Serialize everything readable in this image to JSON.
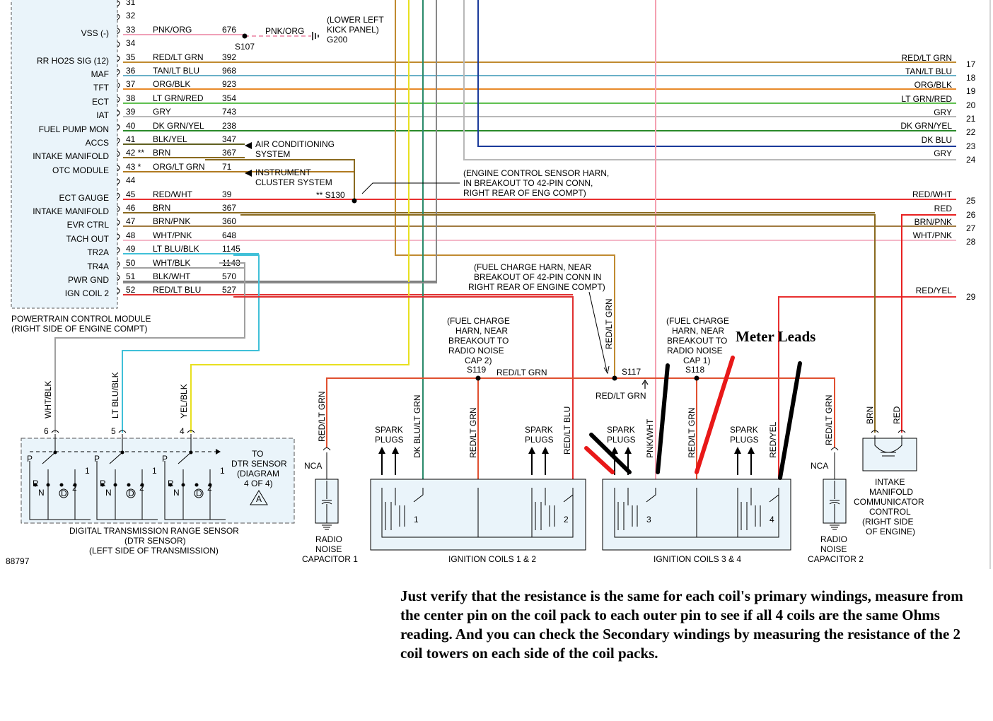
{
  "pcm": {
    "title": "POWERTRAIN CONTROL MODULE",
    "subtitle": "(RIGHT SIDE OF ENGINE COMPT)",
    "pins": [
      {
        "pin": "31",
        "func": "",
        "wire": "",
        "circuit": "",
        "color": ""
      },
      {
        "pin": "32",
        "func": "",
        "wire": "",
        "circuit": "",
        "color": ""
      },
      {
        "pin": "33",
        "func": "VSS (-)",
        "wire": "PNK/ORG",
        "circuit": "676",
        "color": "#f0a0b8"
      },
      {
        "pin": "34",
        "func": "",
        "wire": "",
        "circuit": "",
        "color": ""
      },
      {
        "pin": "35",
        "func": "RR HO2S SIG (12)",
        "wire": "RED/LT GRN",
        "circuit": "392",
        "color": "#c08a30"
      },
      {
        "pin": "36",
        "func": "MAF",
        "wire": "TAN/LT BLU",
        "circuit": "968",
        "color": "#6ab0c8"
      },
      {
        "pin": "37",
        "func": "TFT",
        "wire": "ORG/BLK",
        "circuit": "923",
        "color": "#e88a2a"
      },
      {
        "pin": "38",
        "func": "ECT",
        "wire": "LT GRN/RED",
        "circuit": "354",
        "color": "#60c050"
      },
      {
        "pin": "39",
        "func": "IAT",
        "wire": "GRY",
        "circuit": "743",
        "color": "#b8b8b8"
      },
      {
        "pin": "40",
        "func": "FUEL PUMP MON",
        "wire": "DK GRN/YEL",
        "circuit": "238",
        "color": "#2a8a2a"
      },
      {
        "pin": "41",
        "func": "ACCS",
        "wire": "BLK/YEL",
        "circuit": "347",
        "color": "#606020"
      },
      {
        "pin": "42 **",
        "func": "INTAKE MANIFOLD",
        "wire": "BRN",
        "circuit": "367",
        "color": "#8a6a20"
      },
      {
        "pin": "43 *",
        "func": "OTC MODULE",
        "wire": "ORG/LT GRN",
        "circuit": "71",
        "color": "#b07a20"
      },
      {
        "pin": "44",
        "func": "",
        "wire": "",
        "circuit": "",
        "color": ""
      },
      {
        "pin": "45",
        "func": "ECT GAUGE",
        "wire": "RED/WHT",
        "circuit": "39",
        "color": "#e83030"
      },
      {
        "pin": "46",
        "func": "INTAKE MANIFOLD",
        "wire": "BRN",
        "circuit": "367",
        "color": "#8a6a20"
      },
      {
        "pin": "47",
        "func": "EVR CTRL",
        "wire": "BRN/PNK",
        "circuit": "360",
        "color": "#a07a40"
      },
      {
        "pin": "48",
        "func": "TACH OUT",
        "wire": "WHT/PNK",
        "circuit": "648",
        "color": "#f4b8c8"
      },
      {
        "pin": "49",
        "func": "TR2A",
        "wire": "LT BLU/BLK",
        "circuit": "1145",
        "color": "#40c0d8"
      },
      {
        "pin": "50",
        "func": "TR4A",
        "wire": "WHT/BLK",
        "circuit": "1143",
        "color": "#a0a0a0"
      },
      {
        "pin": "51",
        "func": "PWR GND",
        "wire": "BLK/WHT",
        "circuit": "570",
        "color": "#808080"
      },
      {
        "pin": "52",
        "func": "IGN COIL 2",
        "wire": "RED/LT BLU",
        "circuit": "527",
        "color": "#e03030"
      }
    ]
  },
  "right_wires": [
    {
      "label": "RED/LT GRN",
      "num": "17",
      "color": "#c08a30"
    },
    {
      "label": "TAN/LT BLU",
      "num": "18",
      "color": "#6ab0c8"
    },
    {
      "label": "ORG/BLK",
      "num": "19",
      "color": "#e88a2a"
    },
    {
      "label": "LT GRN/RED",
      "num": "20",
      "color": "#60c050"
    },
    {
      "label": "GRY",
      "num": "21",
      "color": "#b8b8b8"
    },
    {
      "label": "DK GRN/YEL",
      "num": "22",
      "color": "#2a8a2a"
    },
    {
      "label": "DK BLU",
      "num": "23",
      "color": "#1a3a9a"
    },
    {
      "label": "GRY",
      "num": "24",
      "color": "#b8b8b8"
    },
    {
      "label": "RED/WHT",
      "num": "25",
      "color": "#e83030"
    },
    {
      "label": "RED",
      "num": "26",
      "color": "#e82020"
    },
    {
      "label": "BRN/PNK",
      "num": "27",
      "color": "#a07a40"
    },
    {
      "label": "WHT/PNK",
      "num": "28",
      "color": "#f4b8c8"
    },
    {
      "label": "RED/YEL",
      "num": "29",
      "color": "#e83030"
    }
  ],
  "vss_line": {
    "wire2": "PNK/ORG",
    "splice": "S107",
    "note1": "(LOWER LEFT",
    "note2": "KICK PANEL)",
    "ground": "G200"
  },
  "ac_note": {
    "l1": "AIR CONDITIONING",
    "l2": "SYSTEM"
  },
  "ic_note": {
    "l1": "INSTRUMENT",
    "l2": "CLUSTER SYSTEM"
  },
  "s130": {
    "label": "** S130",
    "n1": "(ENGINE CONTROL SENSOR HARN,",
    "n2": "IN BREAKOUT TO 42-PIN CONN,",
    "n3": "RIGHT REAR OF ENG COMPT)"
  },
  "fuel_note": {
    "l1": "(FUEL CHARGE HARN, NEAR",
    "l2": "BREAKOUT OF 42-PIN CONN IN",
    "l3": "RIGHT REAR OF ENGINE COMPT)"
  },
  "s119_note": {
    "l1": "(FUEL CHARGE",
    "l2": "HARN, NEAR",
    "l3": "BREAKOUT TO",
    "l4": "RADIO NOISE",
    "l5": "CAP 2)",
    "splice": "S119"
  },
  "s118_note": {
    "l1": "(FUEL CHARGE",
    "l2": "HARN, NEAR",
    "l3": "BREAKOUT TO",
    "l4": "RADIO NOISE",
    "l5": "CAP 1)",
    "splice": "S118"
  },
  "s117": {
    "splice": "S117",
    "wire_v": "RED/LT GRN",
    "wire_below": "RED/LT GRN",
    "wire_119": "RED/LT GRN"
  },
  "dtr": {
    "title": "DIGITAL TRANSMISSION RANGE SENSOR",
    "sub1": "(DTR SENSOR)",
    "sub2": "(LEFT SIDE OF TRANSMISSION)",
    "to1": "TO",
    "to2": "DTR SENSOR",
    "to3": "(DIAGRAM",
    "to4": "4 OF 4)",
    "tri": "A",
    "pins": [
      {
        "num": "6",
        "wire": "WHT/BLK"
      },
      {
        "num": "5",
        "wire": "LT BLU/BLK"
      },
      {
        "num": "4",
        "wire": "YEL/BLK"
      }
    ],
    "sw": {
      "p": "P",
      "r": "R",
      "n": "N",
      "d": "D",
      "one": "1",
      "two": "2"
    }
  },
  "cap1": {
    "nca": "NCA",
    "wire": "RED/LT GRN",
    "l1": "RADIO",
    "l2": "NOISE",
    "l3": "CAPACITOR 1"
  },
  "cap2": {
    "nca": "NCA",
    "wire": "RED/LT GRN",
    "l1": "RADIO",
    "l2": "NOISE",
    "l3": "CAPACITOR 2"
  },
  "coils12": {
    "title": "IGNITION COILS 1 & 2",
    "wires": [
      "DK BLU/LT GRN",
      "RED/LT GRN",
      "RED/LT BLU"
    ],
    "spark": [
      "SPARK",
      "PLUGS"
    ],
    "n1": "1",
    "n2": "2"
  },
  "coils34": {
    "title": "IGNITION COILS 3 & 4",
    "wires": [
      "PNK/WHT",
      "RED/LT GRN",
      "RED/YEL"
    ],
    "spark": [
      "SPARK",
      "PLUGS"
    ],
    "n1": "3",
    "n2": "4"
  },
  "imcc": {
    "w1": "BRN",
    "w2": "RED",
    "l1": "INTAKE",
    "l2": "MANIFOLD",
    "l3": "COMMUNICATOR",
    "l4": "CONTROL",
    "l5": "(RIGHT SIDE",
    "l6": "OF ENGINE)"
  },
  "figure_id": "88797",
  "meter_leads": "Meter Leads",
  "note": "Just verify that the resistance is the same for each coil's primary windings, measure from the center pin on the coil pack to each outer pin to see if all 4 coils are the same Ohms reading. And you can check the Secondary windings by measuring the resistance of the 2 coil towers on each side of the coil packs."
}
